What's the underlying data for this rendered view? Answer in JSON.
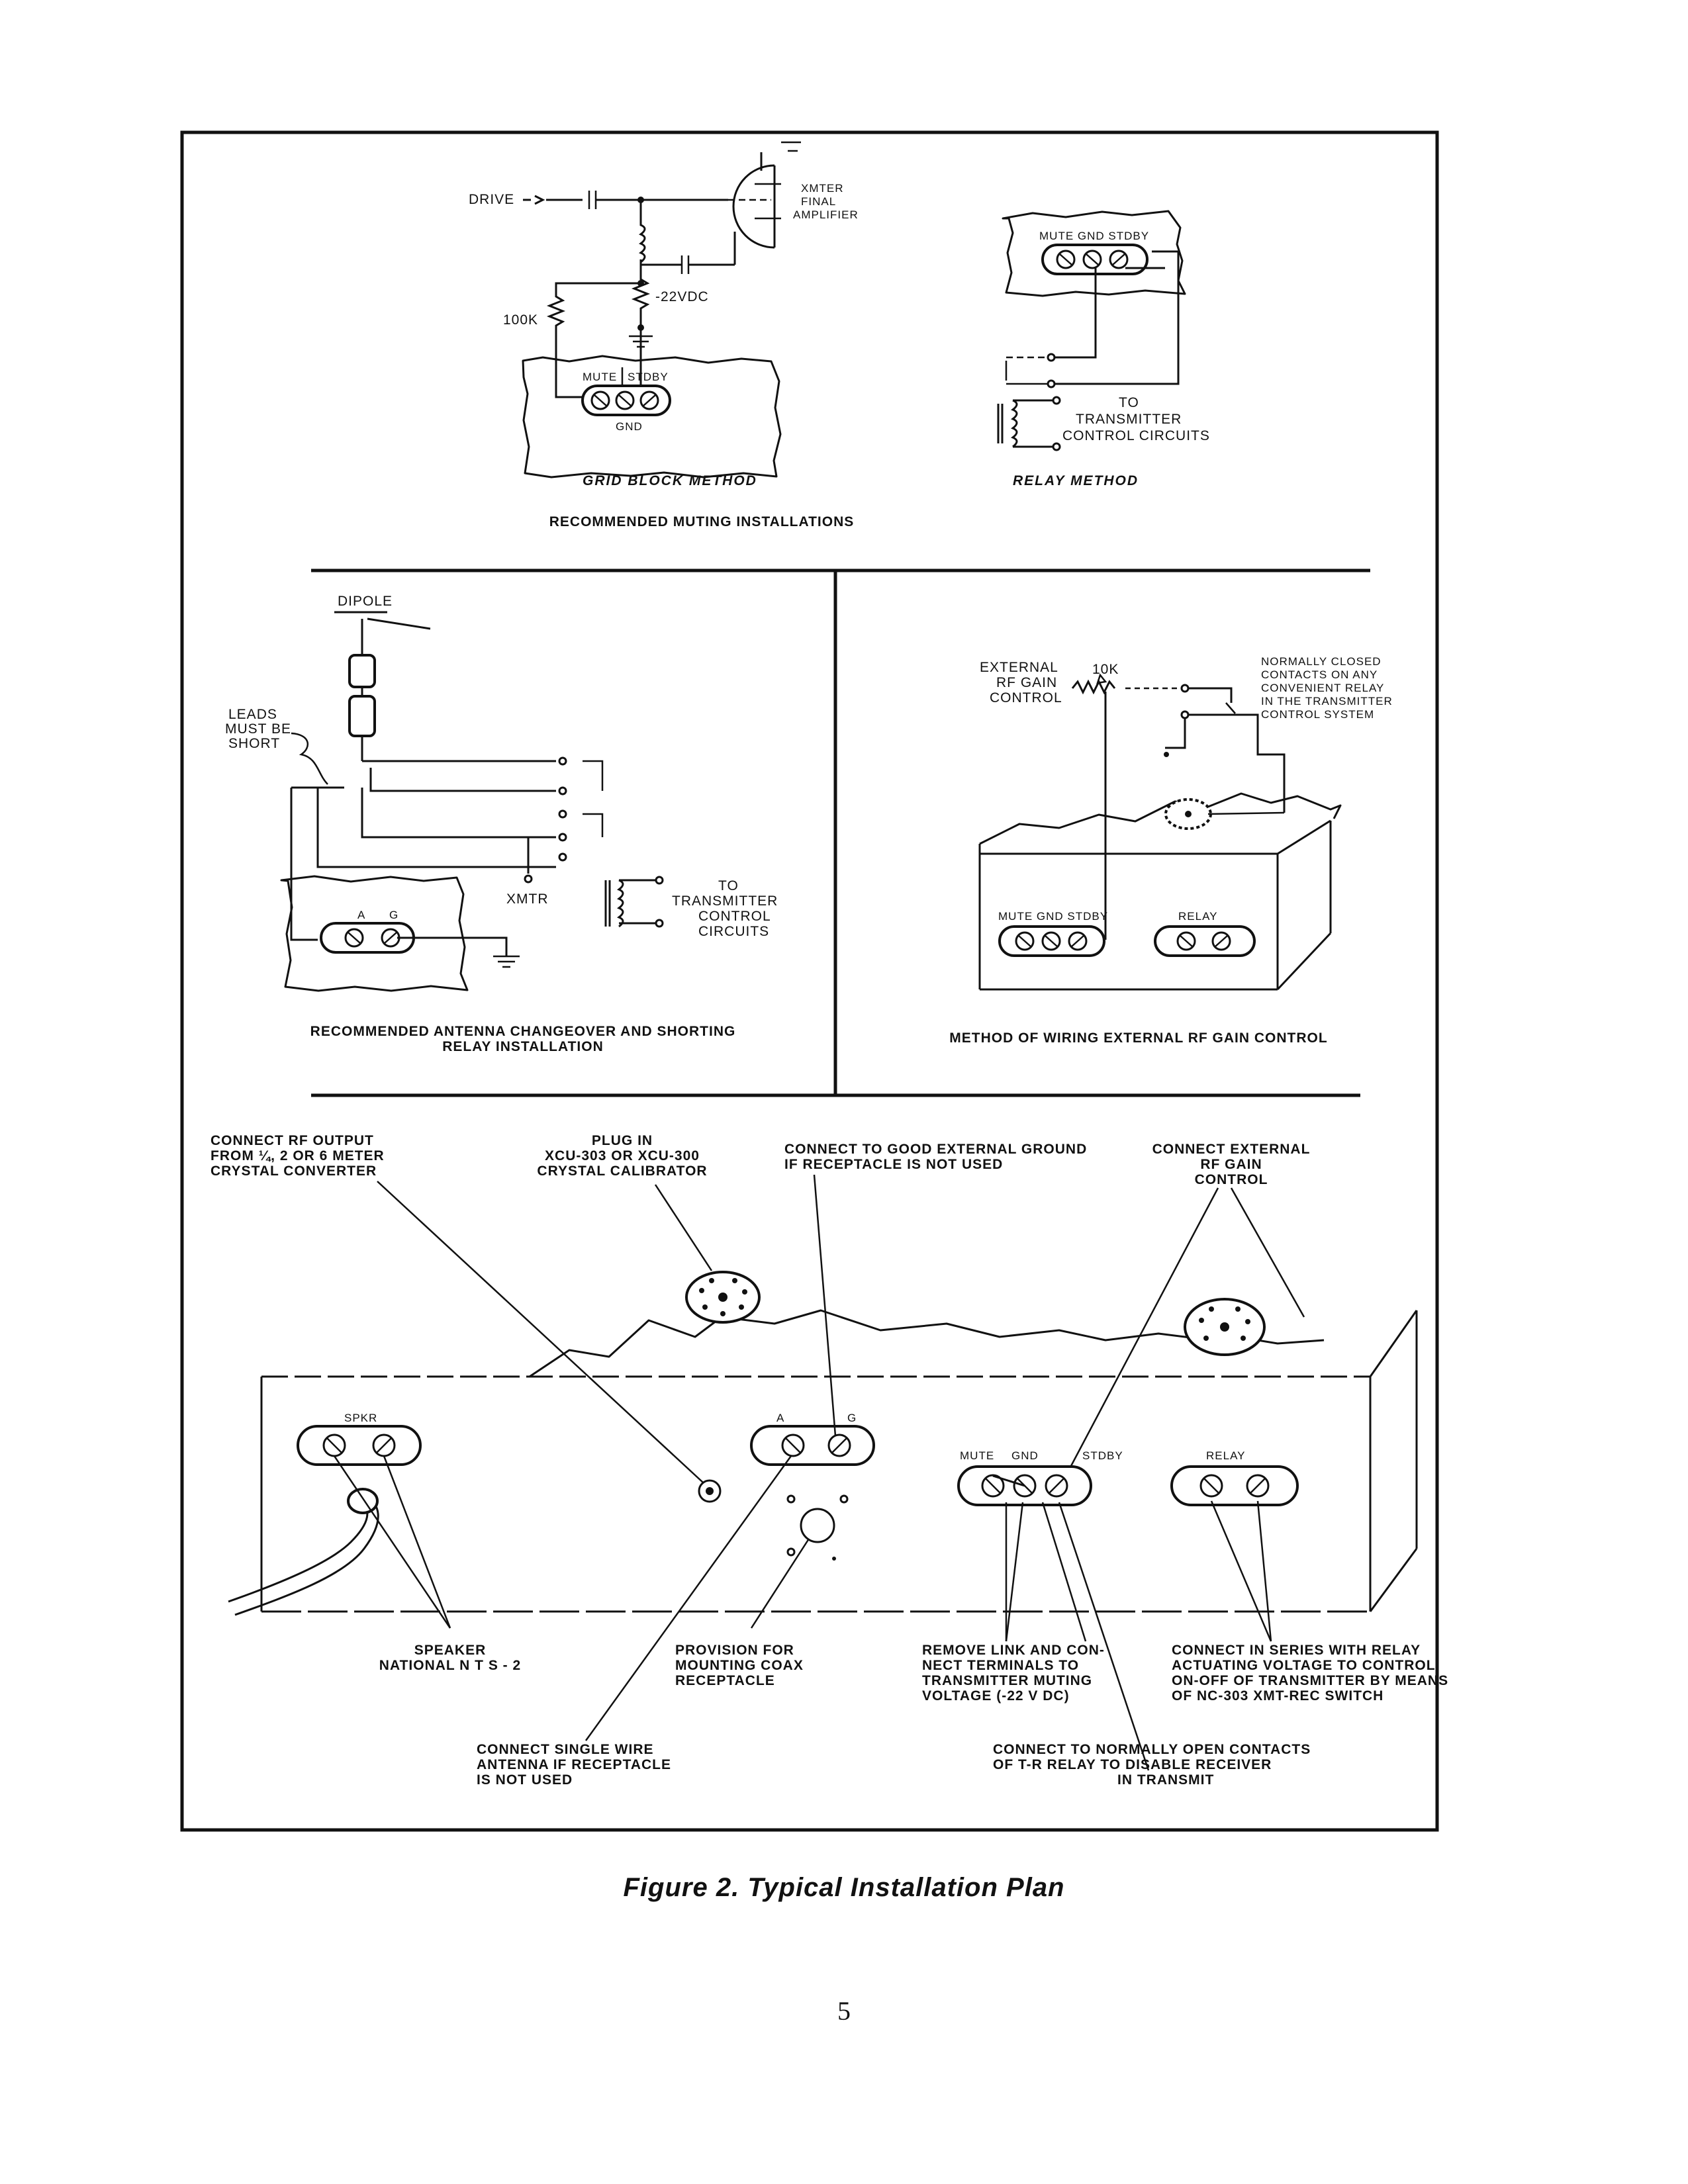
{
  "muting": {
    "grid_block": {
      "drive": "DRIVE",
      "xmtr_final_amp": [
        "XMTER",
        "FINAL",
        "AMPLIFIER"
      ],
      "voltage": "-22VDC",
      "resistor": "100K",
      "terminals": {
        "mute": "MUTE",
        "stdby": "STDBY",
        "gnd": "GND"
      },
      "title": "GRID BLOCK METHOD"
    },
    "relay": {
      "terminal_strip": "MUTE GND STDBY",
      "control": [
        "TO",
        "TRANSMITTER",
        "CONTROL CIRCUITS"
      ],
      "title": "RELAY METHOD"
    },
    "section_title": "RECOMMENDED MUTING INSTALLATIONS"
  },
  "antenna": {
    "dipole": "DIPOLE",
    "leads": [
      "LEADS",
      "MUST BE",
      "SHORT"
    ],
    "xmtr": "XMTR",
    "control": [
      "TO",
      "TRANSMITTER",
      "CONTROL",
      "CIRCUITS"
    ],
    "terminal_a": "A",
    "terminal_g": "G",
    "title": [
      "RECOMMENDED ANTENNA CHANGEOVER AND SHORTING",
      "RELAY INSTALLATION"
    ]
  },
  "rf_gain": {
    "control_label": [
      "EXTERNAL",
      "RF GAIN",
      "CONTROL"
    ],
    "resistor": "10K",
    "contacts_note": [
      "NORMALLY CLOSED",
      "CONTACTS ON ANY",
      "CONVENIENT RELAY",
      "IN THE TRANSMITTER",
      "CONTROL SYSTEM"
    ],
    "strip_left": "MUTE GND STDBY",
    "strip_right": "RELAY",
    "title": "METHOD OF WIRING EXTERNAL RF GAIN CONTROL"
  },
  "rear_view": {
    "rf_output": [
      "CONNECT  RF  OUTPUT",
      "FROM ¼, 2 OR 6 METER",
      "CRYSTAL  CONVERTER"
    ],
    "plug_in": [
      "PLUG  IN",
      "XCU-303 OR XCU-300",
      "CRYSTAL  CALIBRATOR"
    ],
    "ground": [
      "CONNECT  TO  GOOD  EXTERNAL  GROUND",
      "IF  RECEPTACLE  IS  NOT  USED"
    ],
    "ext_gain": [
      "CONNECT  EXTERNAL",
      "RF GAIN",
      "CONTROL"
    ],
    "spkr": "SPKR",
    "a": "A",
    "g": "G",
    "mute": "MUTE",
    "gnd": "GND",
    "stdby": "STDBY",
    "relay": "RELAY",
    "speaker": [
      "SPEAKER",
      "NATIONAL  N T S - 2"
    ],
    "coax": [
      "PROVISION  FOR",
      "MOUNTING  COAX",
      "RECEPTACLE"
    ],
    "link": [
      "REMOVE LINK AND CON-",
      "NECT  TERMINALS  TO",
      "TRANSMITTER   MUTING",
      "VOLTAGE  (-22 V DC)"
    ],
    "series": [
      "CONNECT  IN  SERIES  WITH  RELAY",
      "ACTUATING  VOLTAGE  TO CONTROL",
      "ON-OFF OF TRANSMITTER  BY  MEANS",
      "OF  NC-303  XMT-REC  SWITCH"
    ],
    "single_wire": [
      "CONNECT  SINGLE  WIRE",
      "ANTENNA  IF  RECEPTACLE",
      "IS NOT USED"
    ],
    "normally_open": [
      "CONNECT  TO  NORMALLY  OPEN  CONTACTS",
      "OF  T-R  RELAY  TO  DISABLE   RECEIVER",
      "IN  TRANSMIT"
    ]
  },
  "caption": "Figure 2.   Typical Installation Plan",
  "page_number": "5"
}
